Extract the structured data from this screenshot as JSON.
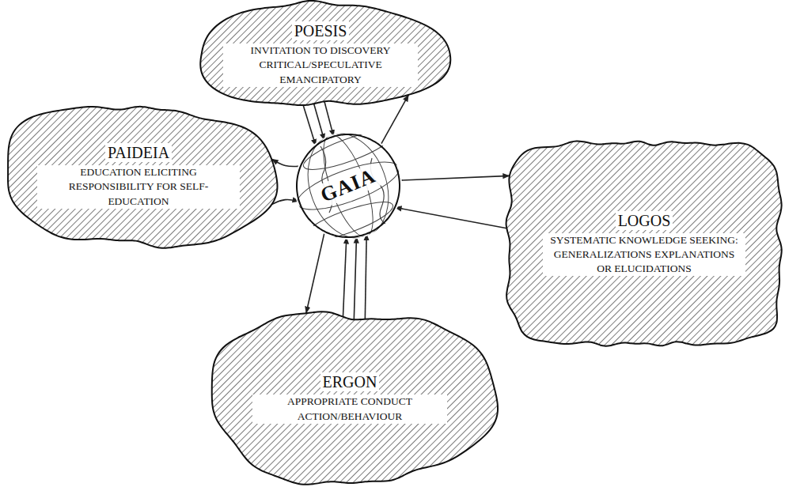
{
  "diagram": {
    "nodes": [
      {
        "text": [
          "POESIS",
          "INVITATION TO DISCOVERY CRITICAL/SPECULATIVE EMANCIPATORY"
        ]
      },
      {
        "text": [
          "PAIDEIA",
          "EDUCATION ELICITING RESPONSIBILITY FOR SELF-EDUCATION"
        ]
      },
      {
        "text": [
          "GAIA"
        ]
      },
      {
        "text": [
          "LOGOS",
          "SYSTEMATIC KNOWLEDGE SEEKING: GENERALIZATIONS EXPLANATIONS OR ELUCIDATIONS"
        ]
      },
      {
        "text": [
          "ERGON",
          "APPROPRIATE CONDUCT ACTION/BEHAVIOUR"
        ]
      }
    ],
    "edges": [
      {
        "from": 0,
        "to": 2,
        "arrow": "to"
      },
      {
        "from": 0,
        "to": 2,
        "arrow": "to"
      },
      {
        "from": 0,
        "to": 2,
        "arrow": "to"
      },
      {
        "from": 2,
        "to": 0,
        "arrow": "to"
      },
      {
        "from": 2,
        "to": 1,
        "arrow": "to"
      },
      {
        "from": 1,
        "to": 2,
        "arrow": "to"
      },
      {
        "from": 2,
        "to": 3,
        "arrow": "to"
      },
      {
        "from": 3,
        "to": 2,
        "arrow": "to"
      },
      {
        "from": 2,
        "to": 4,
        "arrow": "to"
      },
      {
        "from": 4,
        "to": 2,
        "arrow": "to"
      },
      {
        "from": 4,
        "to": 2,
        "arrow": "to"
      },
      {
        "from": 4,
        "to": 2,
        "arrow": "to"
      }
    ]
  }
}
